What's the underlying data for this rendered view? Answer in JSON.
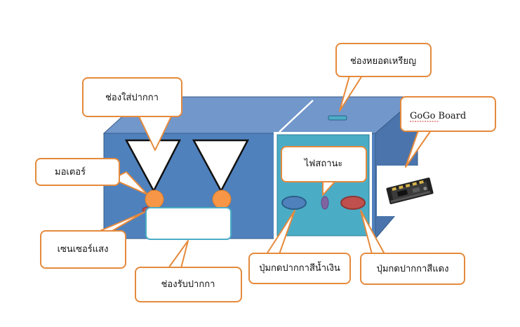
{
  "labels": {
    "coin_slot": "ช่องหยอดเหรียญ",
    "pen_slot": "ช่องใส่ปากกา",
    "gogo_board": "GoGo Board",
    "motor": "มอเตอร์",
    "status_light": "ไฟสถานะ",
    "light_sensor": "เซนเซอร์แสง",
    "pen_tray": "ช่องรับปากกา",
    "blue_pen_button": "ปุ่มกดปากกาสีน้ำเงิน",
    "red_pen_button": "ปุ่มกดปากกาสีแดง"
  },
  "colors": {
    "box_front": "#4f81bd",
    "box_top": "#7197cb",
    "box_side": "#385d8a",
    "panel": "#4bacc6",
    "callout_border": "#e58a3c",
    "motor": "#f79646",
    "sensor": "#c0504d",
    "blue_button": "#4f81bd",
    "red_button": "#c0504d",
    "status_led": "#8064a2"
  }
}
